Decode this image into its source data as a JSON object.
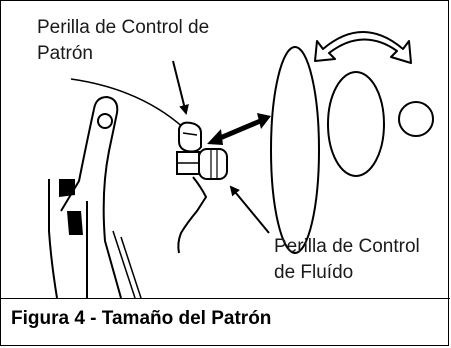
{
  "labels": {
    "pattern_knob": [
      "Perilla de Control de",
      "Patrón"
    ],
    "fluid_knob": [
      "Perilla de Control",
      "de Fluído"
    ]
  },
  "caption": "Figura 4 - Tamaño del Patrón",
  "colors": {
    "ink": "#000000",
    "background": "#ffffff"
  }
}
